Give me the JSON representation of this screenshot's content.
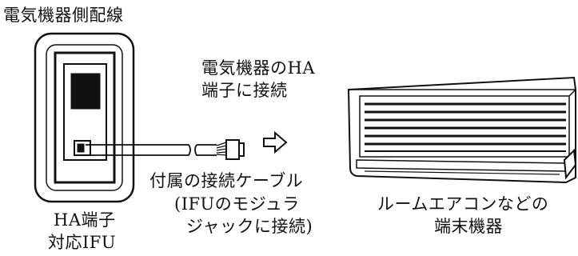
{
  "diagram": {
    "title": "電気機器側配線",
    "connect_note": {
      "line1": "電気機器のHA",
      "line2": "端子に接続"
    },
    "cable_label": {
      "line1": "付属の接続ケーブル",
      "line2": "(IFUのモジュラ",
      "line3": "ジャックに接続)"
    },
    "device_label": {
      "line1": "ルームエアコンなどの",
      "line2": "端末機器"
    },
    "ifu_label": {
      "line1": "HA端子",
      "line2": "対応IFU"
    },
    "icons": [
      "ifu-wall-plate-icon",
      "modular-jack-icon",
      "cable-icon",
      "connector-plug-icon",
      "arrow-right-icon",
      "air-conditioner-icon"
    ]
  }
}
